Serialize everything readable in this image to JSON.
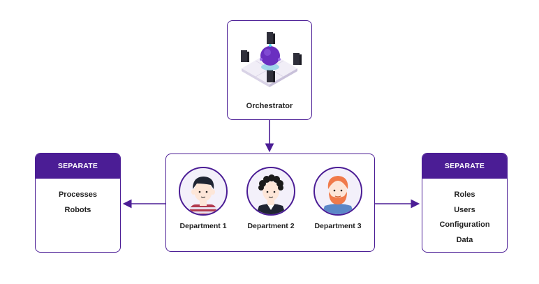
{
  "orchestrator": {
    "label": "Orchestrator"
  },
  "departments": [
    {
      "label": "Department 1"
    },
    {
      "label": "Department 2"
    },
    {
      "label": "Department 3"
    }
  ],
  "left_panel": {
    "header": "SEPARATE",
    "items": [
      "Processes",
      "Robots"
    ]
  },
  "right_panel": {
    "header": "SEPARATE",
    "items": [
      "Roles",
      "Users",
      "Configuration",
      "Data"
    ]
  },
  "colors": {
    "accent": "#4b1d95",
    "hair_orange": "#f07a4a",
    "skin": "#fde6d8"
  }
}
